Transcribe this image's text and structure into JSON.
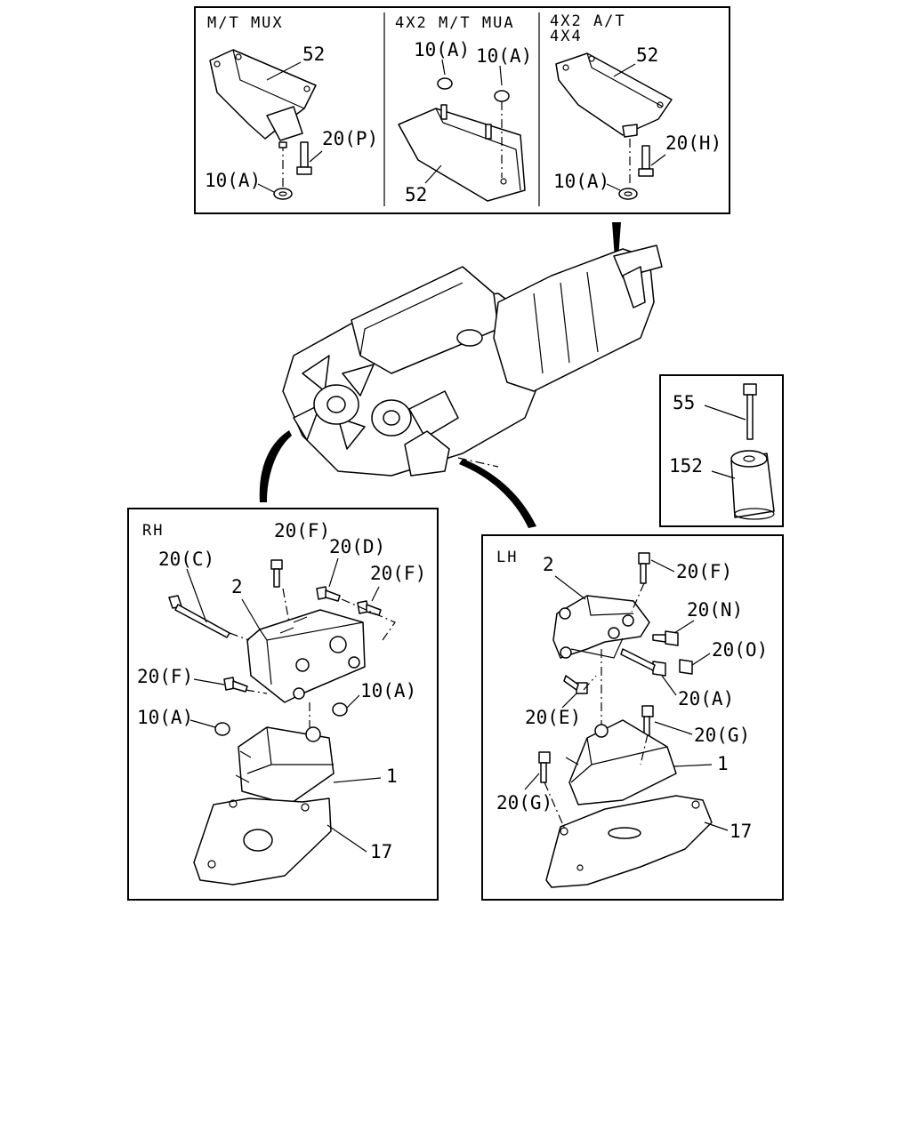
{
  "panels": {
    "top": {
      "headers": [
        "M/T MUX",
        "4X2 M/T MUA",
        "4X2 A/T",
        "4X4"
      ],
      "labels": {
        "mux_bracket": "52",
        "mux_bolt": "20(P)",
        "mux_nut": "10(A)",
        "mua_nut_left": "10(A)",
        "mua_nut_right": "10(A)",
        "mua_bracket": "52",
        "at_bracket": "52",
        "at_bolt": "20(H)",
        "at_nut": "10(A)"
      }
    },
    "inset": {
      "labels": {
        "bolt": "55",
        "mount": "152"
      }
    },
    "rh": {
      "title": "RH",
      "labels": {
        "bolt_f_top": "20(F)",
        "bolt_d": "20(D)",
        "bolt_c": "20(C)",
        "bolt_f_right": "20(F)",
        "bracket": "2",
        "bolt_f_left": "20(F)",
        "nut_right": "10(A)",
        "nut_left": "10(A)",
        "insulator": "1",
        "plate": "17"
      }
    },
    "lh": {
      "title": "LH",
      "labels": {
        "bracket": "2",
        "bolt_f": "20(F)",
        "bolt_n": "20(N)",
        "bolt_o": "20(O)",
        "bolt_a": "20(A)",
        "bolt_e": "20(E)",
        "bolt_g_right": "20(G)",
        "insulator": "1",
        "bolt_g_left": "20(G)",
        "plate": "17"
      }
    }
  }
}
